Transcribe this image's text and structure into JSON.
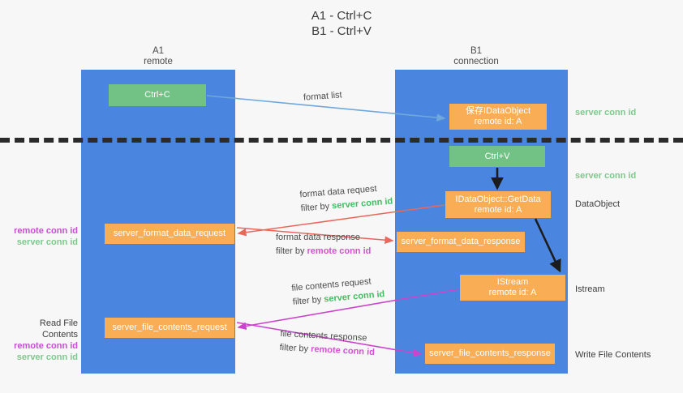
{
  "title": "A1 - Ctrl+C\nB1 - Ctrl+V",
  "colors": {
    "lane": "#4a86df",
    "node_green": "#72c285",
    "node_orange": "#f9ad55",
    "server_conn_id": "#3fbf5f",
    "remote_conn_id": "#d64fd6",
    "arrow_blue": "#6fa8dc",
    "arrow_red": "#e8685c",
    "arrow_magenta": "#cc44cc",
    "arrow_dark": "#1c1c1c",
    "background": "#f7f7f7"
  },
  "columns": [
    {
      "name": "A1",
      "subtitle": "remote",
      "header": "A1\nremote"
    },
    {
      "name": "B1",
      "subtitle": "connection",
      "header": "B1\nconnection"
    }
  ],
  "nodes": {
    "ctrl_c": "Ctrl+C",
    "store_dataobject": "保存IDataObject\nremote id: A",
    "ctrl_v": "Ctrl+V",
    "getdata": "IDataObject::GetData\nremote id: A",
    "format_data_request": "server_format_data_request",
    "format_data_response": "server_format_data_response",
    "istream": "IStream\nremote id: A",
    "file_contents_request": "server_file_contents_request",
    "file_contents_response": "server_file_contents_response"
  },
  "edge_labels": {
    "format_list": {
      "line1": "format list"
    },
    "format_data_request": {
      "line1": "format data request",
      "line2_prefix": "filter by ",
      "line2_highlight": "server conn id"
    },
    "format_data_response": {
      "line1": "format data response",
      "line2_prefix": "filter by ",
      "line2_highlight": "remote conn id"
    },
    "file_contents_request": {
      "line1": "file contents request",
      "line2_prefix": "filter by ",
      "line2_highlight": "server conn id"
    },
    "file_contents_response": {
      "line1": "file contents response",
      "line2_prefix": "filter by ",
      "line2_highlight": "remote conn id"
    }
  },
  "side_notes": {
    "left_middle": {
      "remote": "remote conn id",
      "server": "server conn id"
    },
    "left_lower": {
      "title": "Read File Contents",
      "remote": "remote conn id",
      "server": "server conn id"
    },
    "right": [
      {
        "text": "server conn id",
        "style": "green"
      },
      {
        "text": "server conn id",
        "style": "green"
      },
      {
        "text": "DataObject",
        "style": "dark"
      },
      {
        "text": "Istream",
        "style": "dark"
      },
      {
        "text": "Write File Contents",
        "style": "dark"
      }
    ]
  }
}
